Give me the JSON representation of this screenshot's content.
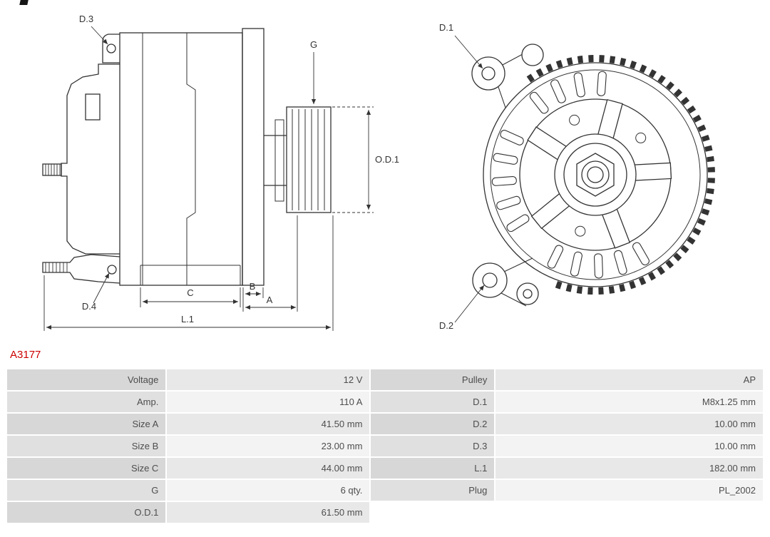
{
  "part_number": "A3177",
  "colors": {
    "part_number_accent": "#cc0000",
    "diagram_stroke": "#333333",
    "table_label_bg": "#d7d7d7",
    "table_value_bg": "#e8e8e8"
  },
  "diagram": {
    "side_view_labels": {
      "d3": "D.3",
      "d4": "D.4",
      "g": "G",
      "od1": "O.D.1",
      "a": "A",
      "b": "B",
      "c": "C",
      "l1": "L.1"
    },
    "front_view_labels": {
      "d1": "D.1",
      "d2": "D.2"
    }
  },
  "spec_table": {
    "rows": [
      {
        "label_left": "Voltage",
        "value_left": "12 V",
        "label_right": "Pulley",
        "value_right": "AP"
      },
      {
        "label_left": "Amp.",
        "value_left": "110 A",
        "label_right": "D.1",
        "value_right": "M8x1.25 mm"
      },
      {
        "label_left": "Size A",
        "value_left": "41.50 mm",
        "label_right": "D.2",
        "value_right": "10.00 mm"
      },
      {
        "label_left": "Size B",
        "value_left": "23.00 mm",
        "label_right": "D.3",
        "value_right": "10.00 mm"
      },
      {
        "label_left": "Size C",
        "value_left": "44.00 mm",
        "label_right": "L.1",
        "value_right": "182.00 mm"
      },
      {
        "label_left": "G",
        "value_left": "6 qty.",
        "label_right": "Plug",
        "value_right": "PL_2002"
      },
      {
        "label_left": "O.D.1",
        "value_left": "61.50 mm",
        "label_right": "",
        "value_right": ""
      }
    ]
  }
}
